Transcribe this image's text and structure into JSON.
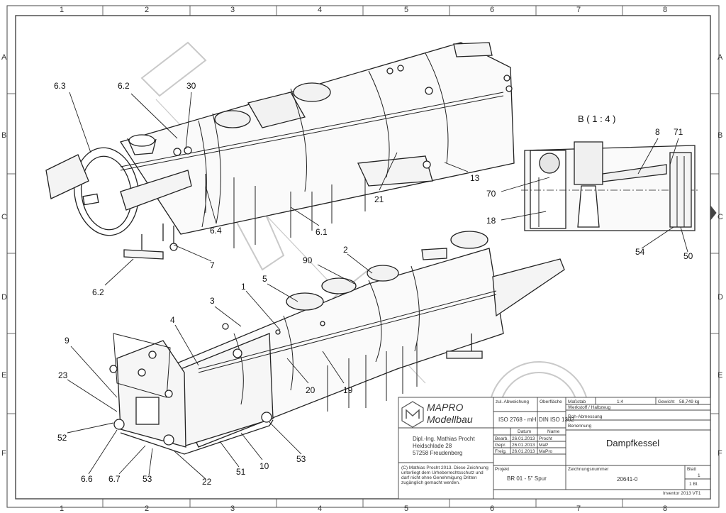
{
  "zones": {
    "columns": [
      "1",
      "2",
      "3",
      "4",
      "5",
      "6",
      "7",
      "8"
    ],
    "rows": [
      "A",
      "B",
      "C",
      "D",
      "E",
      "F"
    ]
  },
  "detail_label": "B ( 1 : 4 )",
  "callouts": {
    "c_6_3_top": "6.3",
    "c_6_2_top": "6.2",
    "c_30": "30",
    "c_13": "13",
    "c_21": "21",
    "c_6_4": "6.4",
    "c_6_1": "6.1",
    "c_7": "7",
    "c_6_2_low": "6.2",
    "c_90": "90",
    "c_2": "2",
    "c_1": "1",
    "c_5": "5",
    "c_3": "3",
    "c_4": "4",
    "c_9": "9",
    "c_23": "23",
    "c_52": "52",
    "c_20": "20",
    "c_19": "19",
    "c_53_right": "53",
    "c_10": "10",
    "c_51": "51",
    "c_22": "22",
    "c_53_left": "53",
    "c_6_7": "6.7",
    "c_6_6": "6.6",
    "c_8": "8",
    "c_71": "71",
    "c_70": "70",
    "c_18": "18",
    "c_54": "54",
    "c_50": "50"
  },
  "title_block": {
    "company_line1": "MAPRO",
    "company_line2": "Modellbau",
    "owner_name": "Dipl.-Ing. Mathias Procht",
    "owner_street": "Heidschlade 28",
    "owner_city": "57258 Freudenberg",
    "copyright_note": "(C) Mathias Procht 2013. Diese Zeichnung unterliegt dem Urheberrechtsschutz und darf nicht ohne Genehmigung Dritten zugänglich gemacht werden.",
    "hdr_abweichung": "zul. Abweichung",
    "hdr_oberflaeche": "Oberfläche",
    "hdr_massstab": "Maßstab",
    "val_massstab": "1:4",
    "hdr_gewicht": "Gewicht",
    "val_gewicht": "58,749 kg",
    "val_iso": "ISO 2768 - mH",
    "val_din": "DIN ISO 1302",
    "lbl_werkstoff": "Werkstoff / Halbzeug",
    "lbl_rohabmessung": "Roh-Abmessung",
    "lbl_benennung": "Benennung",
    "title": "Dampfkessel",
    "hdr_datum": "Datum",
    "hdr_name": "Name",
    "row1_label": "Bearb.",
    "row1_date": "26.01.2013",
    "row1_name": "Procht",
    "row2_label": "Gepr.",
    "row2_date": "26.01.2013",
    "row2_name": "MaP",
    "row3_label": "Freig.",
    "row3_date": "26.01.2013",
    "row3_name": "MaPro",
    "lbl_projekt": "Projekt",
    "val_projekt": "BR 01 - 5\" Spur",
    "lbl_zeichnungsnummer": "Zeichnungsnummer",
    "val_zeichnungsnummer": "20641-0",
    "lbl_blatt": "Blatt",
    "val_blatt": "1",
    "val_bl": "1  Bl.",
    "software": "Inventor 2013 VT1"
  }
}
